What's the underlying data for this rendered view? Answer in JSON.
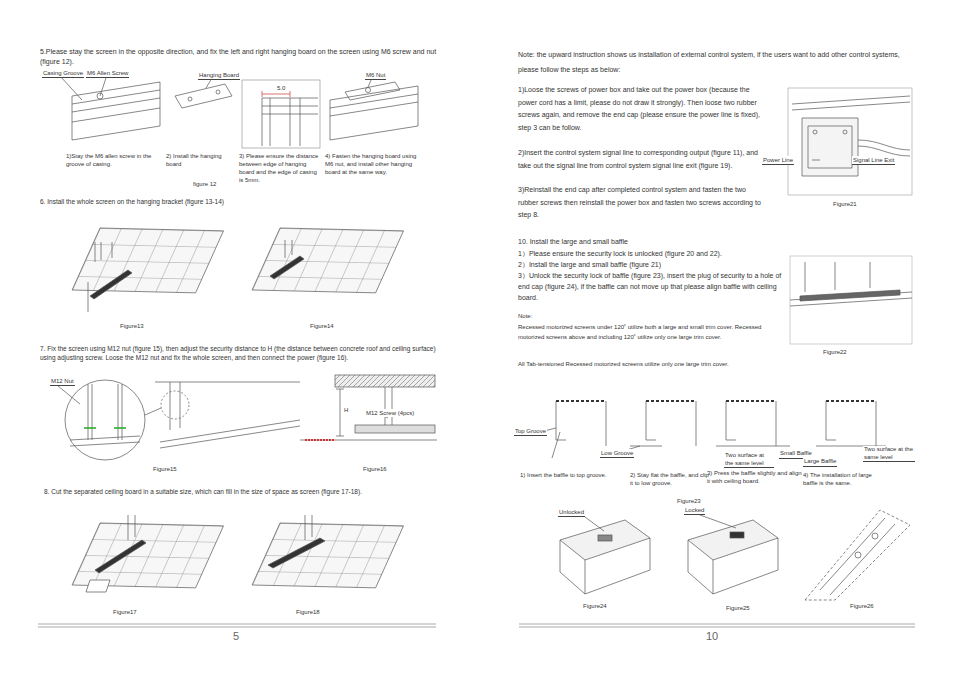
{
  "diagram": {
    "labels": [
      "5.Please stay the screen in the opposite direction, and fix the left and right hanging board on the screen using M6 screw and nut (figure 12).",
      "Casing Groove",
      "M6 Allen Screw",
      "Hanging Board",
      "M6 Nut",
      "5.0",
      "1)Stay the M6 allen screw in the groove of casing.",
      "2) Install the hanging board",
      "3) Please ensure the distance between edge of hanging board and the edge of casing is 5mm.",
      "4) Fasten the hanging board using M6 nut, and install other hanging board at the same way.",
      "figure 12",
      "6. Install the whole screen on the hanging bracket (figure 13-14)",
      "Figure13",
      "Figure14",
      "7. Fix the screen using M12 nut (figure 15), then adjust the security distance to H (the distance between concrete roof and ceiling surface) using adjusting screw. Loose the M12 nut and fix the whole screen, and then connect the power (figure 16).",
      "M12 Nut",
      "H",
      "M12 Screw (4pcs)",
      "Figure15",
      "Figure16",
      "8. Cut the separated ceiling board in a suitable size, which can fill in the size of space as screen (figure 17-18).",
      "Figure17",
      "Figure18",
      "5",
      "Note: the upward instruction shows us installation of external control system, if the users want to add other control systems, please follow the steps as below:",
      "1)Loose the screws of power box and take out the power box (because the power cord has a limit, please do not draw it strongly). Then loose two rubber screws again, and remove the end cap (please ensure the power line is fixed), step 3 can be follow.",
      "2)Insert the control system signal line to corresponding output (figure 11), and take out the signal line from control system signal line exit (figure 19).",
      "3)Reinstall the end cap after completed control system and fasten the two rubber screws then reinstall the power box and fasten two screws according to step 8.",
      "Power Line",
      "Signal Line Exit",
      "Figure21",
      "10. Install the large and small baffle",
      "1）Please ensure the security lock is unlocked (figure 20 and 22).",
      "2）Install the large and small baffle (figure 21)",
      "3）Unlock the security lock of baffle (figure 23), insert the plug of security to a hole of end cap (figure 24), if the baffle can not move up that please align baffle with ceiling board.",
      "Note:",
      "Recessed motorized screens under 120˚ utilize both a large and small trim cover. Recessed motorized screens above and including 120˚ utilize only one large trim cover.",
      "All Tab-tensioned Recessed motorized screens utilize only one large trim cover.",
      "Figure22",
      "Top Groove",
      "Low Groove",
      "Two surface at the same level",
      "Small Baffle",
      "Large Baffle",
      "Two surface at the same level",
      "1) Insert the baffle to top groove.",
      "2) Stay flat the baffle, and clip it to low groove.",
      "3) Press the baffle slightly and align it with ceiling board.",
      "4) The installation of large baffle is the same.",
      "Figure23",
      "Unlocked",
      "Locked",
      "Figure24",
      "Figure25",
      "Figure26",
      "10"
    ]
  }
}
